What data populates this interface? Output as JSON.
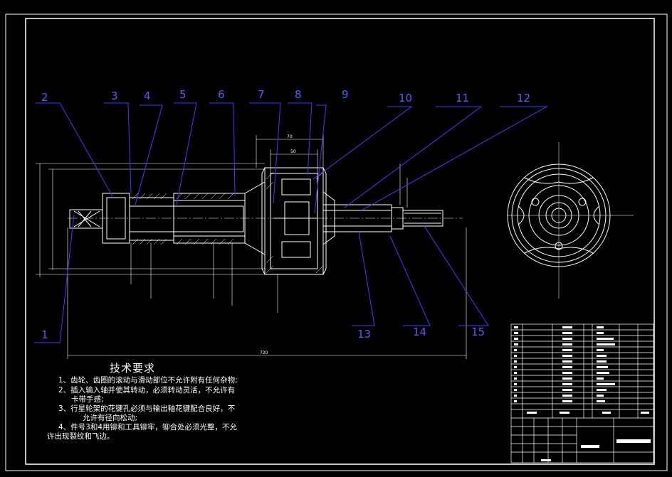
{
  "callouts": [
    "1",
    "2",
    "3",
    "4",
    "5",
    "6",
    "7",
    "8",
    "9",
    "10",
    "11",
    "12",
    "13",
    "14",
    "15"
  ],
  "requirements": {
    "title": "技术要求",
    "lines": [
      "1、齿轮、齿圈的滚动与滑动部位不允许附有任何杂物;",
      "2、插入输入轴并使其转动，必须转动灵活，不允许有",
      "卡带手感;",
      "3、行星轮架的花键孔必须与输出轴花键配合良好，不",
      "允许有径向松动;",
      "4、件号3和4用铆和工具铆牢，铆合处必须光整，不允",
      "许出现裂纹和飞边。"
    ]
  },
  "dimensions": {
    "overall_length": "720",
    "top_outer": "70",
    "top_inner": "50"
  },
  "colors": {
    "background": "#000000",
    "lines": "#ffffff",
    "leaders": "#3c3cff",
    "text": "#ffffff"
  }
}
